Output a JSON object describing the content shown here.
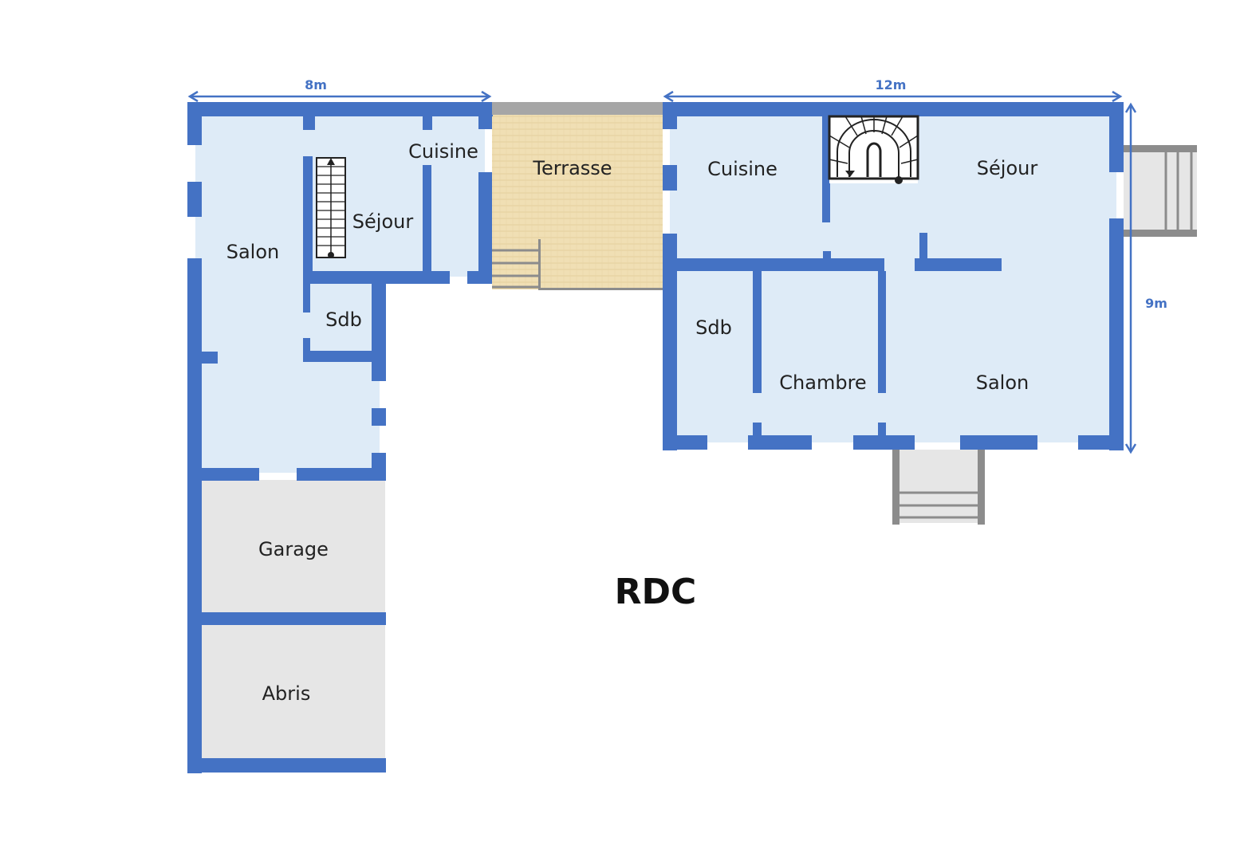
{
  "plan": {
    "title": "RDC",
    "left_wing": {
      "width_label": "8m",
      "rooms": {
        "salon": "Salon",
        "sejour": "Séjour",
        "cuisine": "Cuisine",
        "sdb": "Sdb",
        "garage": "Garage",
        "abris": "Abris"
      }
    },
    "terrasse": "Terrasse",
    "right_wing": {
      "width_label": "12m",
      "depth_label": "9m",
      "rooms": {
        "cuisine": "Cuisine",
        "sejour": "Séjour",
        "sdb": "Sdb",
        "chambre": "Chambre",
        "salon": "Salon"
      }
    },
    "colors": {
      "wall": "#4472c4",
      "room_fill": "#deebf7",
      "annex_fill": "#e6e6e6",
      "terrace_fill": "#f0dfb4",
      "step_gray": "#8c8c8c"
    }
  }
}
